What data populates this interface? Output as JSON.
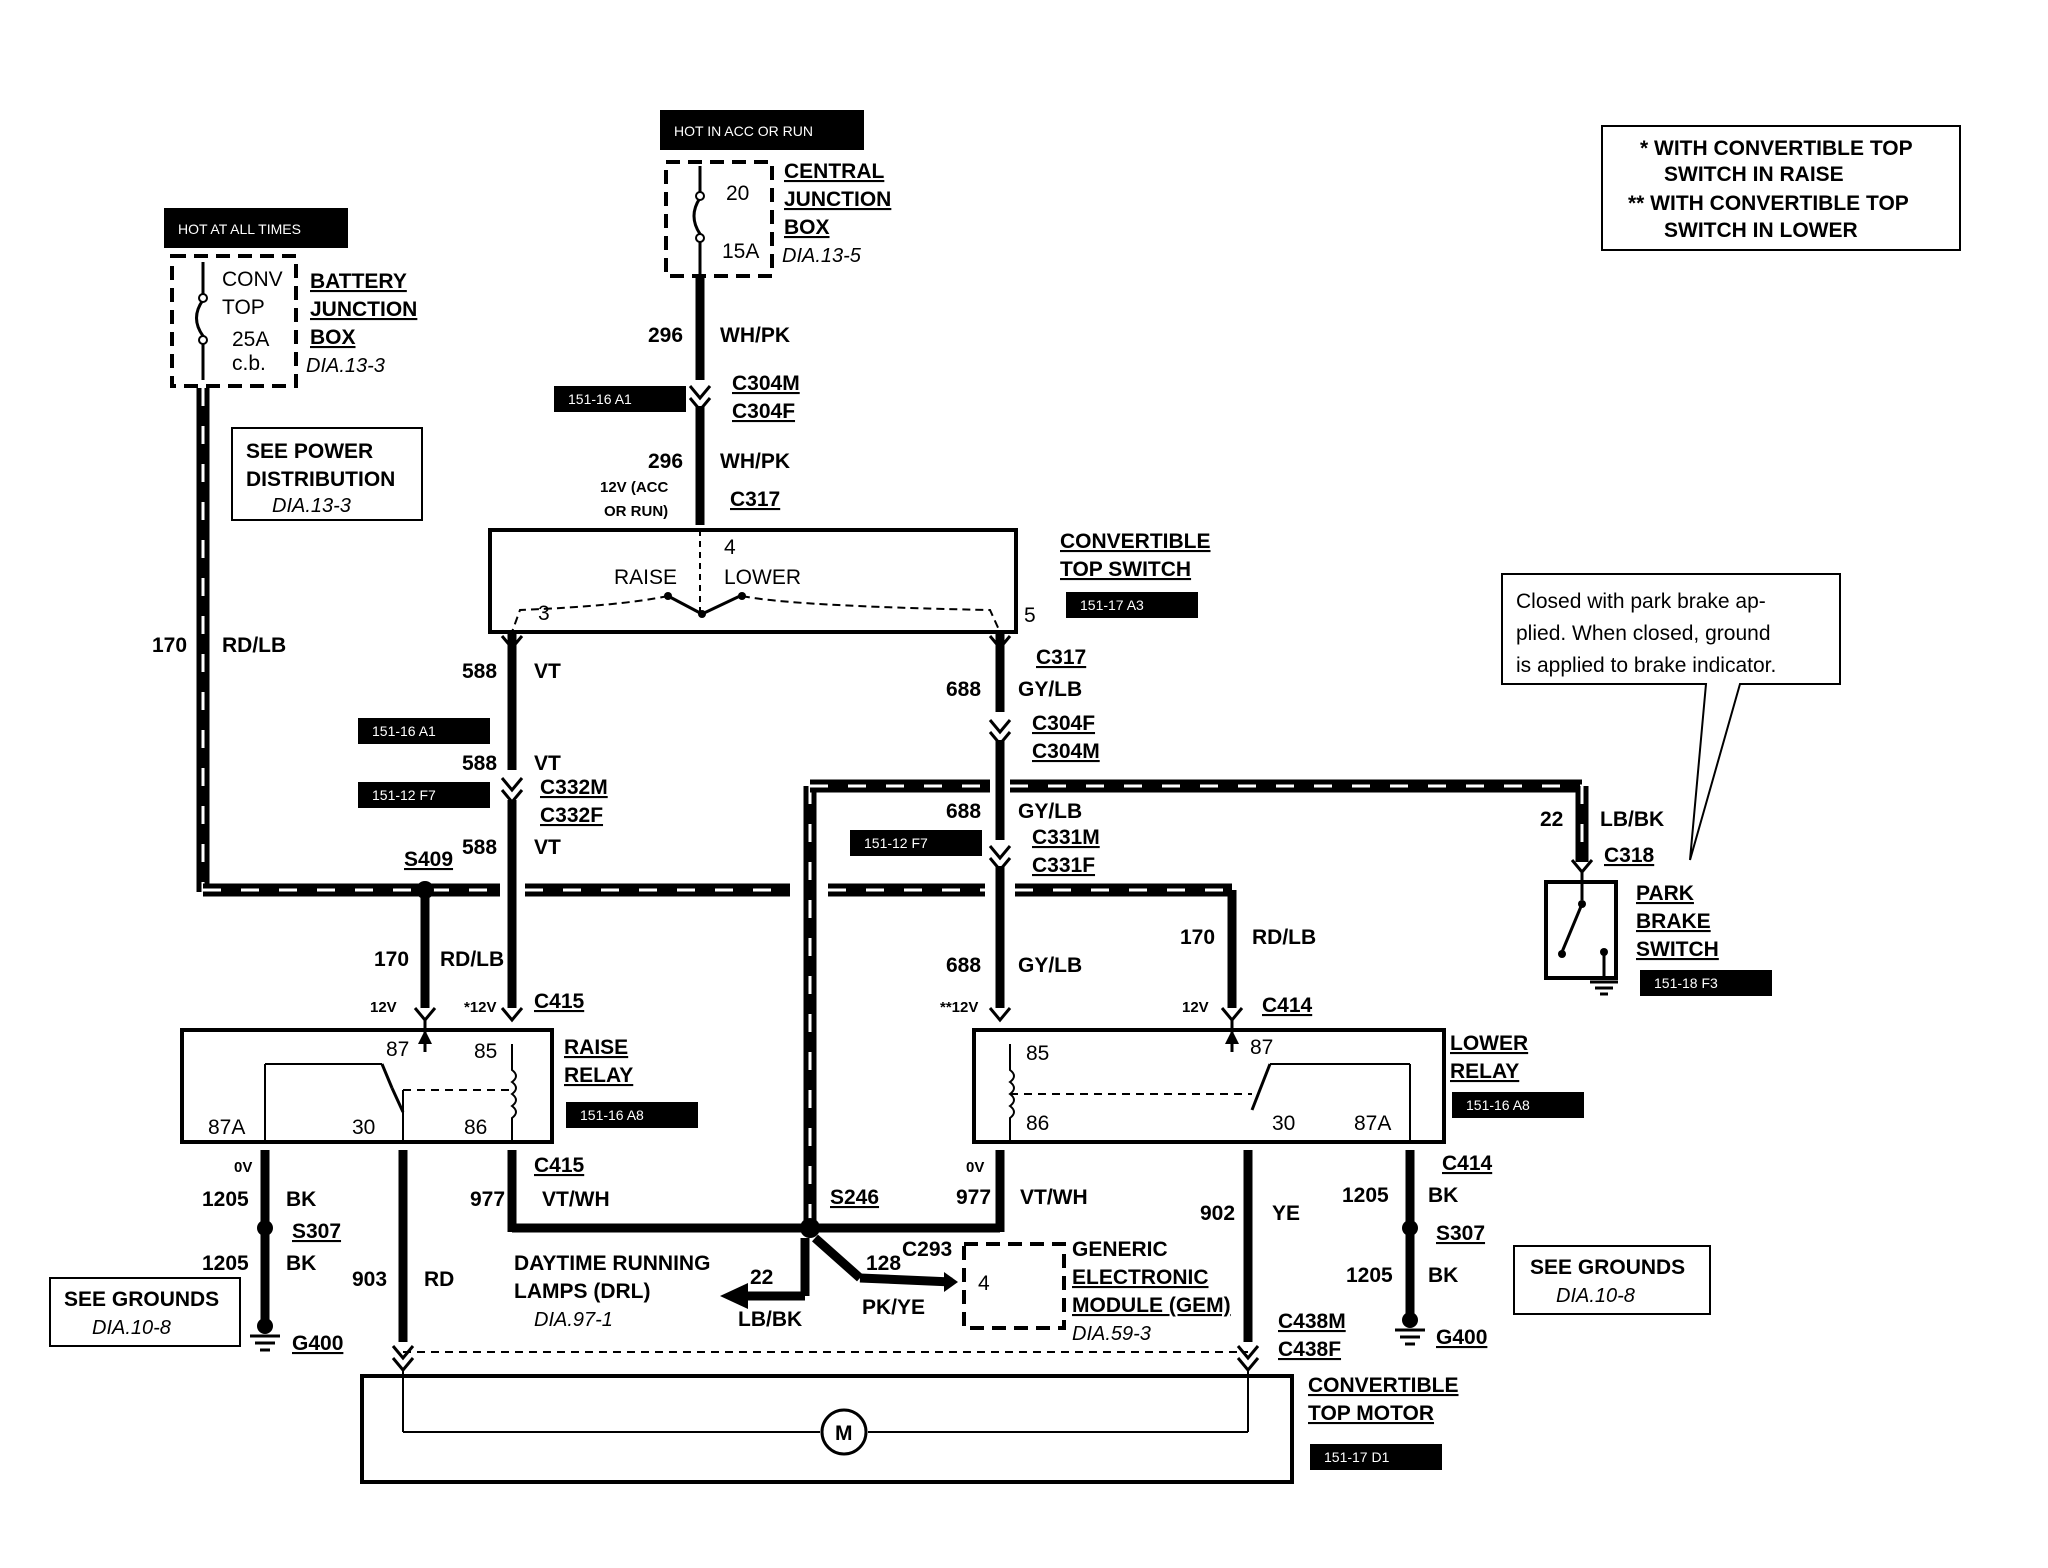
{
  "legend": {
    "line1": "* WITH CONVERTIBLE TOP",
    "line2": "SWITCH IN RAISE",
    "line3": "** WITH CONVERTIBLE TOP",
    "line4": "SWITCH IN LOWER"
  },
  "tags": {
    "hot_all_times": "HOT AT ALL TIMES",
    "hot_acc_run": "HOT IN ACC OR RUN",
    "ref_151_16_a1_top": "151-16 A1",
    "ref_151_17_a3": "151-17 A3",
    "ref_151_16_a1_left": "151-16 A1",
    "ref_151_12_f7_left": "151-12 F7",
    "ref_151_12_f7_mid": "151-12 F7",
    "ref_151_18_f3": "151-18 F3",
    "ref_151_16_a8_raise": "151-16 A8",
    "ref_151_16_a8_lower": "151-16 A8",
    "ref_151_17_d1": "151-17 D1"
  },
  "battery_box": {
    "fuse_l1": "CONV",
    "fuse_l2": "TOP",
    "fuse_l3": "25A",
    "fuse_l4": "c.b.",
    "name_l1": "BATTERY",
    "name_l2": "JUNCTION",
    "name_l3": "BOX",
    "ref": "DIA.13-3"
  },
  "central_box": {
    "fuse_num": "20",
    "fuse_amp": "15A",
    "name_l1": "CENTRAL",
    "name_l2": "JUNCTION",
    "name_l3": "BOX",
    "ref": "DIA.13-5"
  },
  "power_dist": {
    "l1": "SEE POWER",
    "l2": "DISTRIBUTION",
    "ref": "DIA.13-3"
  },
  "wires": {
    "w296a_num": "296",
    "w296a_col": "WH/PK",
    "c304m": "C304M",
    "c304f": "C304F",
    "w296b_num": "296",
    "w296b_col": "WH/PK",
    "v12_acc_l1": "12V (ACC",
    "v12_acc_l2": "OR RUN)",
    "c317_top": "C317",
    "w170_num": "170",
    "w170_col": "RD/LB",
    "w588a_num": "588",
    "w588a_col": "VT",
    "w588b_num": "588",
    "w588b_col": "VT",
    "c332m": "C332M",
    "c332f": "C332F",
    "w588c_num": "588",
    "w588c_col": "VT",
    "s409": "S409",
    "w170b_num": "170",
    "w170b_col": "RD/LB",
    "v12_raise_87": "12V",
    "v12_raise_85": "*12V",
    "c415_top": "C415",
    "c317_right": "C317",
    "w688a_num": "688",
    "w688a_col": "GY/LB",
    "c304f_r": "C304F",
    "c304m_r": "C304M",
    "w688b_num": "688",
    "w688b_col": "GY/LB",
    "c331m": "C331M",
    "c331f": "C331F",
    "w688c_num": "688",
    "w688c_col": "GY/LB",
    "v12_lower_85": "**12V",
    "w170c_num": "170",
    "w170c_col": "RD/LB",
    "v12_lower_87": "12V",
    "c414_top": "C414",
    "w22_num": "22",
    "w22_col": "LB/BK",
    "c318": "C318",
    "v0_left": "0V",
    "w1205a_num": "1205",
    "w1205a_col": "BK",
    "s307_left": "S307",
    "w1205b_num": "1205",
    "w1205b_col": "BK",
    "g400_left": "G400",
    "w903_num": "903",
    "w903_col": "RD",
    "c415_bot": "C415",
    "w977a_num": "977",
    "w977a_col": "VT/WH",
    "s246": "S246",
    "w22b_num": "22",
    "w22b_col": "LB/BK",
    "w128_num": "128",
    "c293": "C293",
    "w128_col": "PK/YE",
    "v0_right": "0V",
    "w977b_num": "977",
    "w977b_col": "VT/WH",
    "w902_num": "902",
    "w902_col": "YE",
    "c438m": "C438M",
    "c438f": "C438F",
    "c414_bot": "C414",
    "w1205c_num": "1205",
    "w1205c_col": "BK",
    "s307_right": "S307",
    "w1205d_num": "1205",
    "w1205d_col": "BK",
    "g400_right": "G400"
  },
  "conv_switch": {
    "name_l1": "CONVERTIBLE",
    "name_l2": "TOP SWITCH",
    "pin4": "4",
    "pin3": "3",
    "pin5": "5",
    "raise": "RAISE",
    "lower": "LOWER"
  },
  "park_brake": {
    "note_l1": "Closed with park brake ap-",
    "note_l2": "plied.  When closed, ground",
    "note_l3": "is applied to brake indicator.",
    "name_l1": "PARK",
    "name_l2": "BRAKE",
    "name_l3": "SWITCH"
  },
  "raise_relay": {
    "name_l1": "RAISE",
    "name_l2": "RELAY",
    "p87": "87",
    "p85": "85",
    "p87a": "87A",
    "p30": "30",
    "p86": "86"
  },
  "lower_relay": {
    "name_l1": "LOWER",
    "name_l2": "RELAY",
    "p85": "85",
    "p87": "87",
    "p86": "86",
    "p30": "30",
    "p87a": "87A"
  },
  "grounds_left": {
    "l1": "SEE GROUNDS",
    "ref": "DIA.10-8"
  },
  "grounds_right": {
    "l1": "SEE GROUNDS",
    "ref": "DIA.10-8"
  },
  "drl": {
    "l1": "DAYTIME RUNNING",
    "l2": "LAMPS (DRL)",
    "ref": "DIA.97-1"
  },
  "gem": {
    "pin": "4",
    "l1": "GENERIC",
    "l2": "ELECTRONIC",
    "l3": "MODULE (GEM)",
    "ref": "DIA.59-3"
  },
  "motor": {
    "name_l1": "CONVERTIBLE",
    "name_l2": "TOP MOTOR",
    "symbol": "M"
  }
}
